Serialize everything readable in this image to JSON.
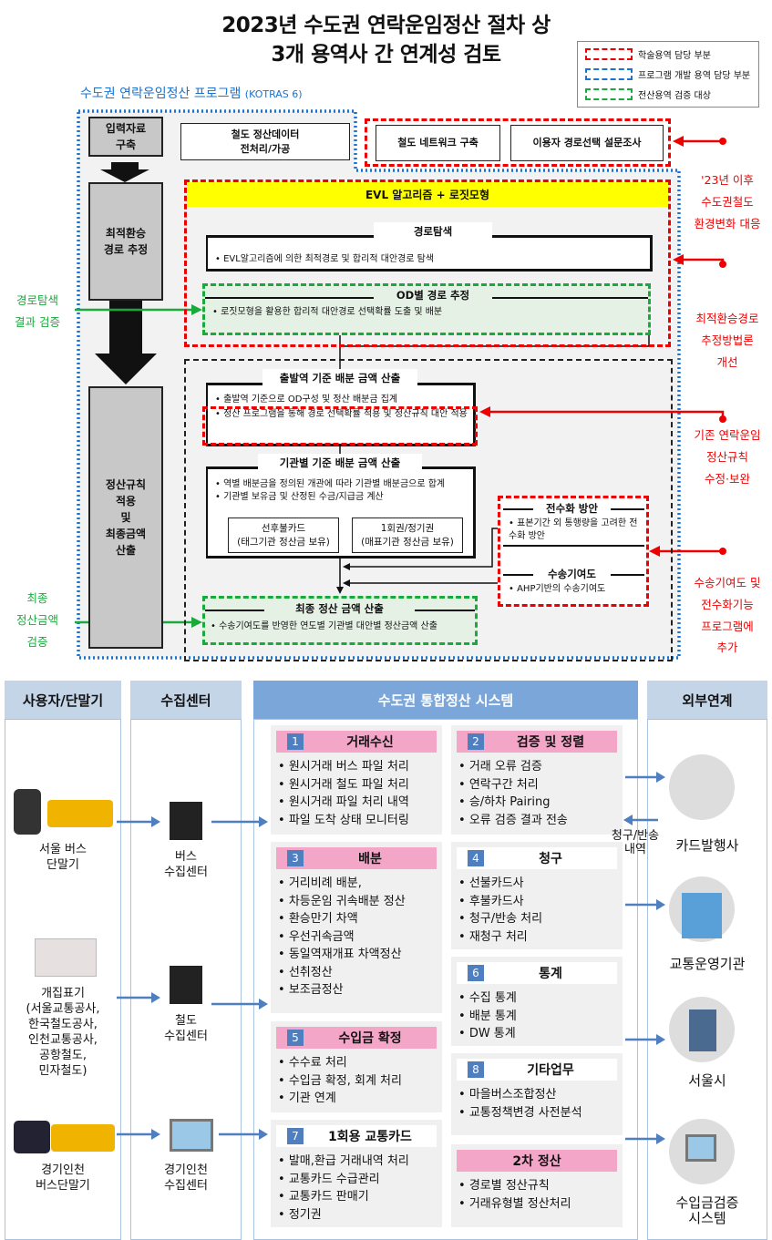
{
  "title": {
    "line1": "2023년 수도권 연락운임정산 절차 상",
    "line2": "3개 용역사 간 연계성 검토"
  },
  "legend": [
    {
      "label": "학술용역 담당 부분",
      "color": "#e00000"
    },
    {
      "label": "프로그램 개발 용역 담당 부분",
      "color": "#1a73d0"
    },
    {
      "label": "전산용역 검증 대상",
      "color": "#1aaa3c"
    }
  ],
  "program": {
    "title": "수도권 연락운임정산 프로그램",
    "sub": "(KOTRAS 6)"
  },
  "steps": {
    "input": "입력자료\n구축",
    "route": "최적환승\n경로 추정",
    "settle": "정산규칙\n적용\n및\n최종금액\n산출"
  },
  "top_boxes": {
    "rail_data": "철도 정산데이터\n전처리/가공",
    "network": "철도 네트워크 구축",
    "survey": "이용자 경로선택 설문조사"
  },
  "evl": {
    "header": "EVL 알고리즘 + 로짓모형",
    "search": {
      "title": "경로탐색",
      "bullet": "EVL알고리즘에 의한 최적경로 및 합리적 대안경로 탐색"
    },
    "od": {
      "title": "OD별 경로 추정",
      "bullet": "로짓모형을 활용한 합리적 대안경로 선택확률 도출 및 배분"
    }
  },
  "dep": {
    "title": "출발역 기준 배분 금액 산출",
    "b1": "출발역 기준으로 OD구성 및 정산 배분금 집계",
    "b2": "정산 프로그램을 통해 경로 선택확률 적용 및 정산규칙 대안 적용"
  },
  "agency": {
    "title": "기관별 기준 배분 금액 산출",
    "b1": "역별 배분금을 정의된 개관에 따라 기관별 배분금으로 합계",
    "b2": "기관별 보유금 및 산정된 수금/지급금 계산",
    "card1": "선후불카드\n(태그기관 정산금 보유)",
    "card2": "1회권/정기권\n(매표기관 정산금 보유)"
  },
  "full": {
    "title": "전수화 방안",
    "bullet": "표본기간 외 통행량을 고려한 전수화 방안"
  },
  "contrib": {
    "title": "수송기여도",
    "bullet": "AHP기반의 수송기여도"
  },
  "final": {
    "title": "최종 정산 금액 산출",
    "bullet": "수송기여도를 반영한 연도별 기관별 대안별 정산금액 산출"
  },
  "notes_red": [
    "'23년 이후\n수도권철도\n환경변화 대응",
    "최적환승경로\n추정방법론\n개선",
    "기존 연락운임\n정산규칙\n수정·보완",
    "수송기여도 및\n전수화기능\n프로그램에\n추가"
  ],
  "notes_green": [
    "경로탐색\n결과 검증",
    "최종\n정산금액\n검증"
  ],
  "columns": {
    "users": "사용자/단말기",
    "centers": "수집센터",
    "system": "수도권 통합정산 시스템",
    "external": "외부연계"
  },
  "users": [
    "서울 버스\n단말기",
    "개집표기\n(서울교통공사,\n한국철도공사,\n인천교통공사,\n공항철도,\n민자철도)",
    "경기인천\n버스단말기"
  ],
  "centers": [
    "버스\n수집센터",
    "철도\n수집센터",
    "경기인천\n수집센터"
  ],
  "external": [
    "카드발행사",
    "교통운영기관",
    "서울시",
    "수입금검증\n시스템"
  ],
  "claim_return": "청구/반송\n내역",
  "modules": [
    {
      "num": "1",
      "title": "거래수신",
      "items": [
        "원시거래 버스 파일 처리",
        "원시거래 철도 파일 처리",
        "원시거래 파일 처리 내역",
        "파일 도착 상태 모니터링"
      ]
    },
    {
      "num": "2",
      "title": "검증 및 정렬",
      "items": [
        "거래 오류 검증",
        "연락구간 처리",
        "승/하차 Pairing",
        "오류 검증 결과 전송"
      ]
    },
    {
      "num": "3",
      "title": "배분",
      "items": [
        "거리비례 배분,",
        "차등운임 귀속배분 정산",
        "환승만기 차액",
        "우선귀속금액",
        "동일역재개표 차액정산",
        "선취정산",
        "보조금정산"
      ]
    },
    {
      "num": "4",
      "title": "청구",
      "items": [
        "선불카드사",
        "후불카드사",
        "청구/반송 처리",
        "재청구 처리"
      ]
    },
    {
      "num": "6",
      "title": "통계",
      "items": [
        "수집 통계",
        "배분 통계",
        "DW 통계"
      ]
    },
    {
      "num": "5",
      "title": "수입금 확정",
      "items": [
        "수수료 처리",
        "수입금 확정, 회계 처리",
        "기관 연계"
      ]
    },
    {
      "num": "8",
      "title": "기타업무",
      "items": [
        "마을버스조합정산",
        "교통정책변경 사전분석"
      ]
    },
    {
      "num": "7",
      "title": "1회용 교통카드",
      "items": [
        "발매,환급 거래내역 처리",
        "교통카드 수급관리",
        "교통카드 판매기",
        "정기권"
      ]
    },
    {
      "num": "",
      "title": "2차 정산",
      "items": [
        "경로별 정산규칙",
        "거래유형별 정산처리"
      ]
    }
  ]
}
